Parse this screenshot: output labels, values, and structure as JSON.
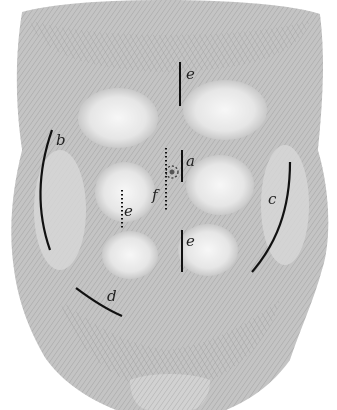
{
  "labels": {
    "a": "a",
    "b": "b",
    "c": "c",
    "d": "d",
    "e_upper": "e",
    "e_left": "e",
    "e_lower": "e",
    "f": "f"
  },
  "colors": {
    "background": "#ffffff",
    "skin_shade": "#bdbdbd",
    "skin_light": "#e4e4e4",
    "ink": "#1a1a1a"
  }
}
